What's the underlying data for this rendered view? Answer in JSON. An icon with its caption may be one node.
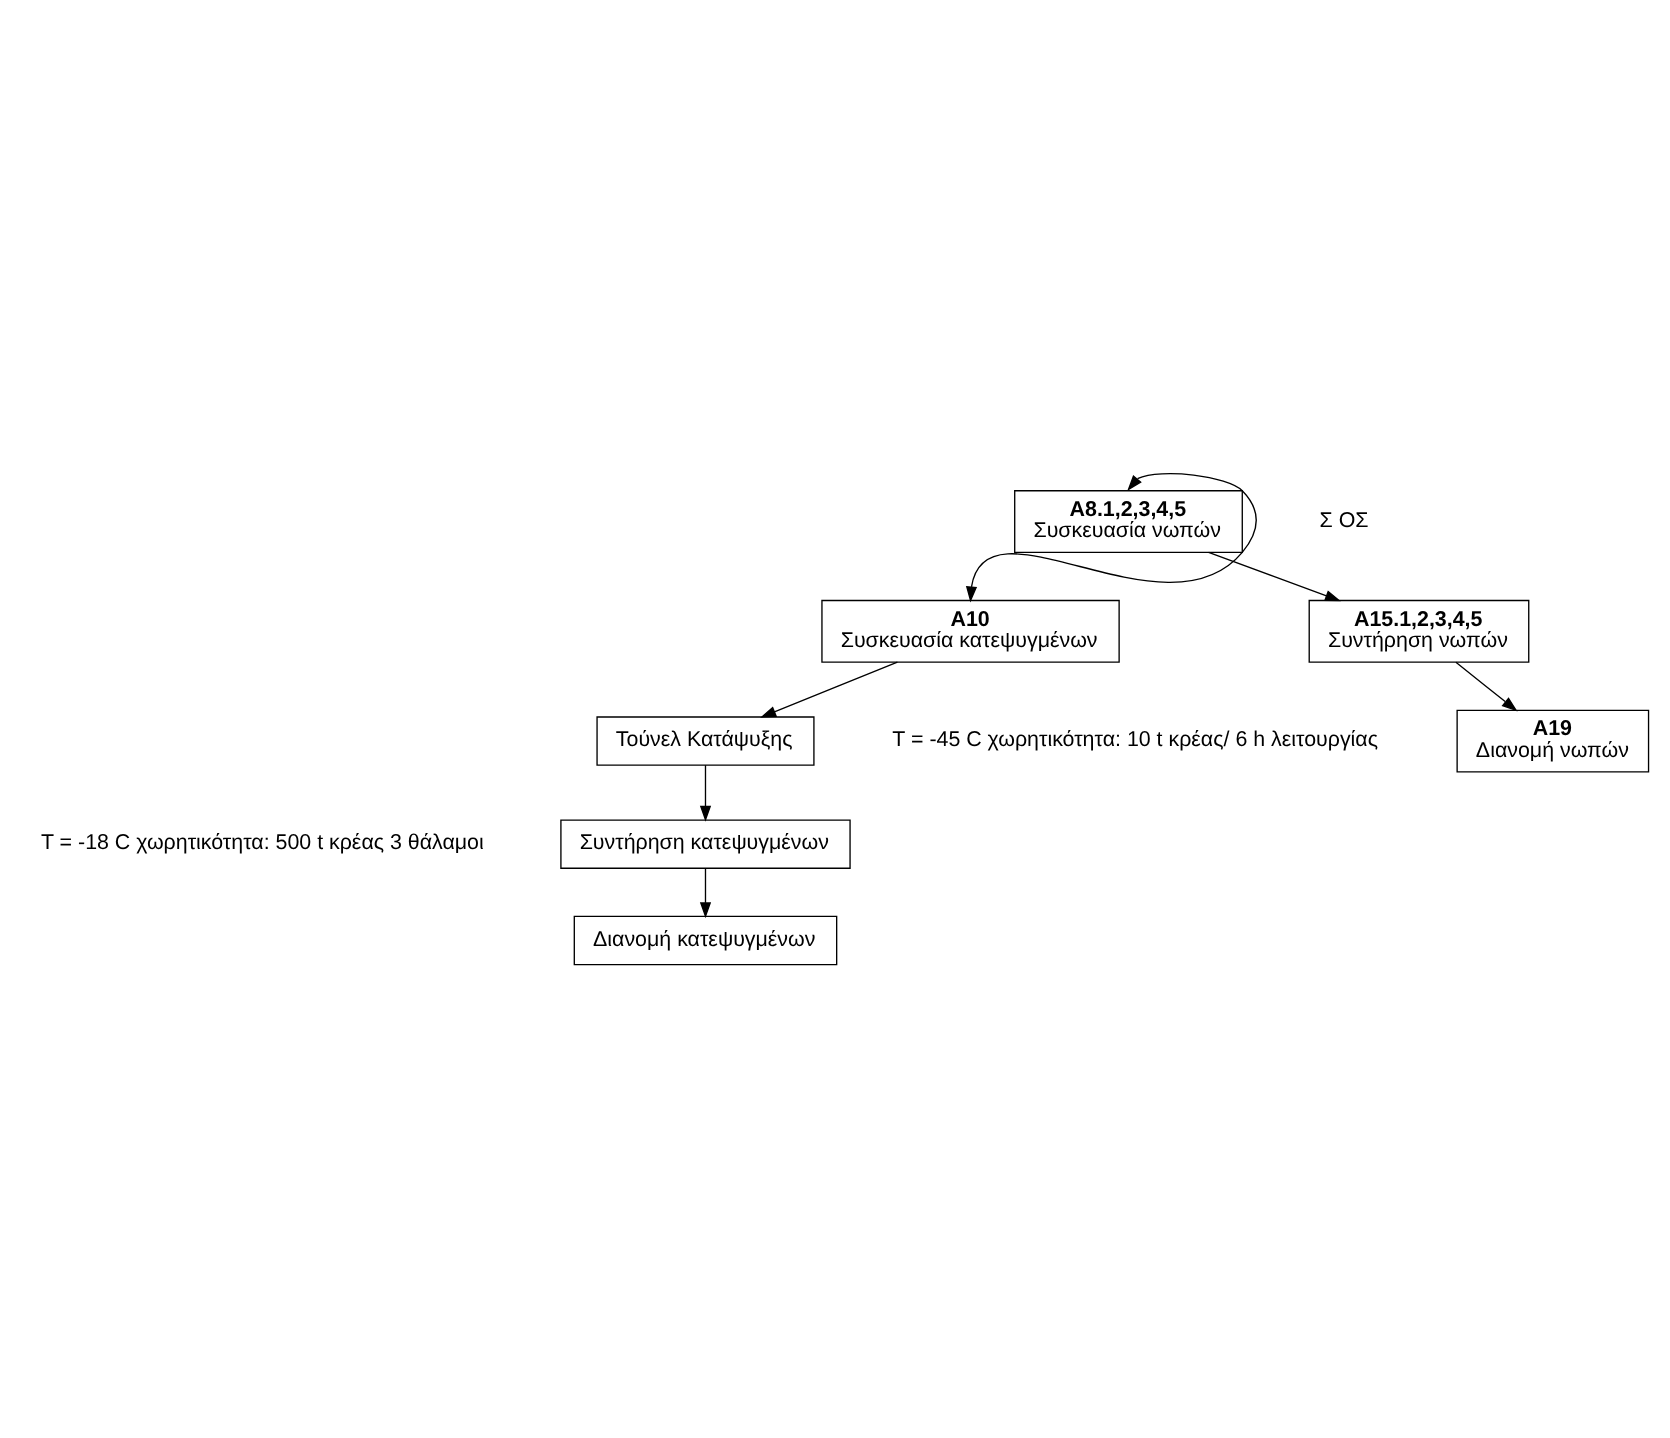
{
  "diagram": {
    "nodes": [
      {
        "text": [
          "A8.1,2,3,4,5",
          "Συσκευασία νωπών"
        ]
      },
      {
        "text": [
          "A10",
          "Συσκευασία κατεψυγμένων"
        ]
      },
      {
        "text": [
          "A15.1,2,3,4,5",
          "Συντήρηση νωπών"
        ]
      },
      {
        "text": [
          "Τούνελ Κατάψυξης"
        ],
        "beside": [
          "T = -45 C χωρητικότητα: 10 t κρέας/ 6 h λειτουργίας"
        ]
      },
      {
        "text": [
          "A19",
          "Διανομή νωπών"
        ]
      },
      {
        "text": [
          "Συντήρηση κατεψυγμένων"
        ],
        "beside": [
          "T = -18 C χωρητικότητα: 500 t κρέας 3 θάλαμοι"
        ]
      },
      {
        "text": [
          "Διανομή κατεψυγμένων"
        ]
      }
    ],
    "edges": [
      {
        "from": 0,
        "to": 1,
        "arrow": "both"
      },
      {
        "from": 0,
        "to": 2,
        "arrow": "to"
      },
      {
        "from": 2,
        "to": 4,
        "arrow": "to"
      },
      {
        "from": 1,
        "to": 3,
        "arrow": "to"
      },
      {
        "from": 3,
        "to": 5,
        "arrow": "to"
      },
      {
        "from": 5,
        "to": 6,
        "arrow": "to"
      }
    ],
    "labels": [
      "Σ ΟΣ"
    ]
  }
}
